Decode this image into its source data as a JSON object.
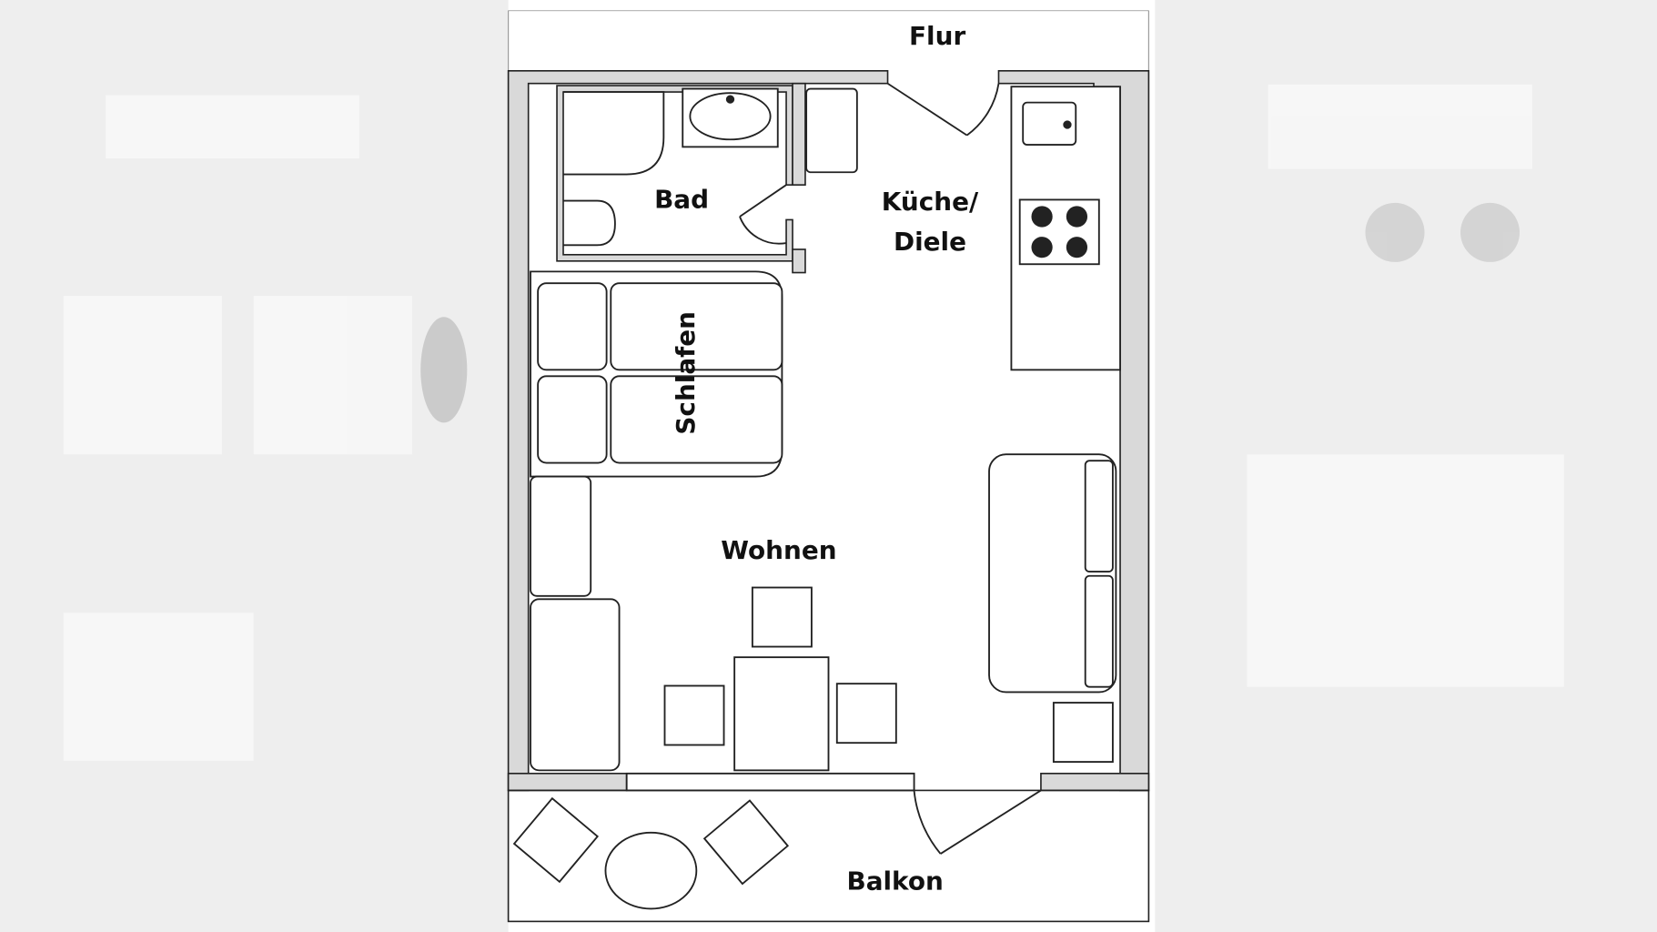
{
  "floorplan": {
    "rooms": {
      "flur": "Flur",
      "bad": "Bad",
      "kueche_line1": "Küche/",
      "kueche_line2": "Diele",
      "schlafen": "Schlafen",
      "wohnen": "Wohnen",
      "balkon": "Balkon"
    },
    "colors": {
      "wall": "#d9d9d9",
      "line": "#222222",
      "background": "#eeeeee"
    }
  }
}
